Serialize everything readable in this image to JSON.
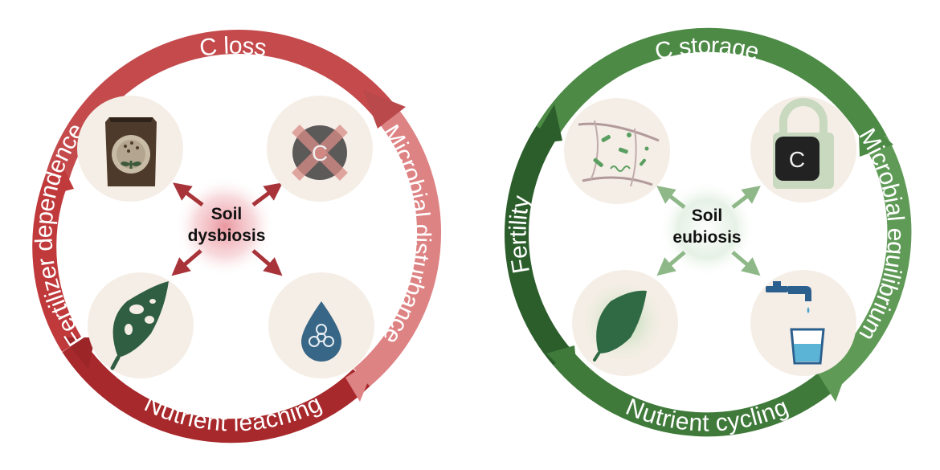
{
  "dysbiosis": {
    "center_line1": "Soil",
    "center_line2": "dysbiosis",
    "top": "C loss",
    "right": "Microbial disturbance",
    "bottom": "Nutrient leaching",
    "left": "Fertilizer dependence",
    "carbon_symbol": "C",
    "colors": {
      "ring_main": "#c44a4c",
      "ring_dark": "#a8292c",
      "ring_light": "#de8384",
      "arrow": "#a8343a"
    },
    "icons": [
      "fertilizer-bag-icon",
      "carbon-crossed-icon",
      "diseased-leaf-icon",
      "contaminated-drop-icon"
    ]
  },
  "eubiosis": {
    "center_line1": "Soil",
    "center_line2": "eubiosis",
    "top": "C storage",
    "right": "Microbial equilibrium",
    "bottom": "Nutrient cycling",
    "left": "Fertility",
    "carbon_symbol": "C",
    "colors": {
      "ring_main": "#4c8a45",
      "ring_dark": "#2c5e2b",
      "ring_light": "#6ea563",
      "arrow": "#8fb889"
    },
    "icons": [
      "soil-microbes-icon",
      "carbon-lock-icon",
      "healthy-leaf-icon",
      "clean-water-icon"
    ]
  }
}
